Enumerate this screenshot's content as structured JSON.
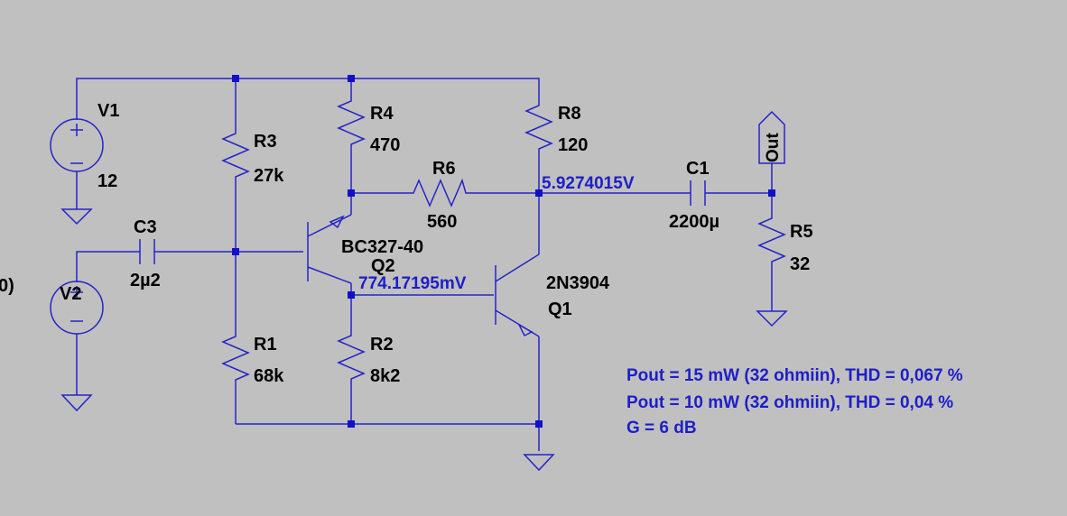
{
  "colors": {
    "background": "#c0c0c0",
    "wire": "#2424c8",
    "node_label": "#1e1ec8",
    "text": "#000000"
  },
  "components": {
    "v1": {
      "name": "V1",
      "value": "12"
    },
    "v2": {
      "name": "V2",
      "value": "0)"
    },
    "r1": {
      "name": "R1",
      "value": "68k"
    },
    "r2": {
      "name": "R2",
      "value": "8k2"
    },
    "r3": {
      "name": "R3",
      "value": "27k"
    },
    "r4": {
      "name": "R4",
      "value": "470"
    },
    "r5": {
      "name": "R5",
      "value": "32"
    },
    "r6": {
      "name": "R6",
      "value": "560"
    },
    "r8": {
      "name": "R8",
      "value": "120"
    },
    "c1": {
      "name": "C1",
      "value": "2200µ"
    },
    "c3": {
      "name": "C3",
      "value": "2µ2"
    },
    "q1": {
      "name": "Q1",
      "model": "2N3904"
    },
    "q2": {
      "name": "Q2",
      "model": "BC327-40"
    }
  },
  "nodes": {
    "collector_voltage": "5.9274015V",
    "base_voltage": "774.17195mV",
    "out_label": "Out"
  },
  "notes": [
    "Pout = 15 mW (32 ohmiin), THD = 0,067 %",
    "Pout = 10 mW (32 ohmiin), THD = 0,04 %",
    "G = 6 dB"
  ]
}
